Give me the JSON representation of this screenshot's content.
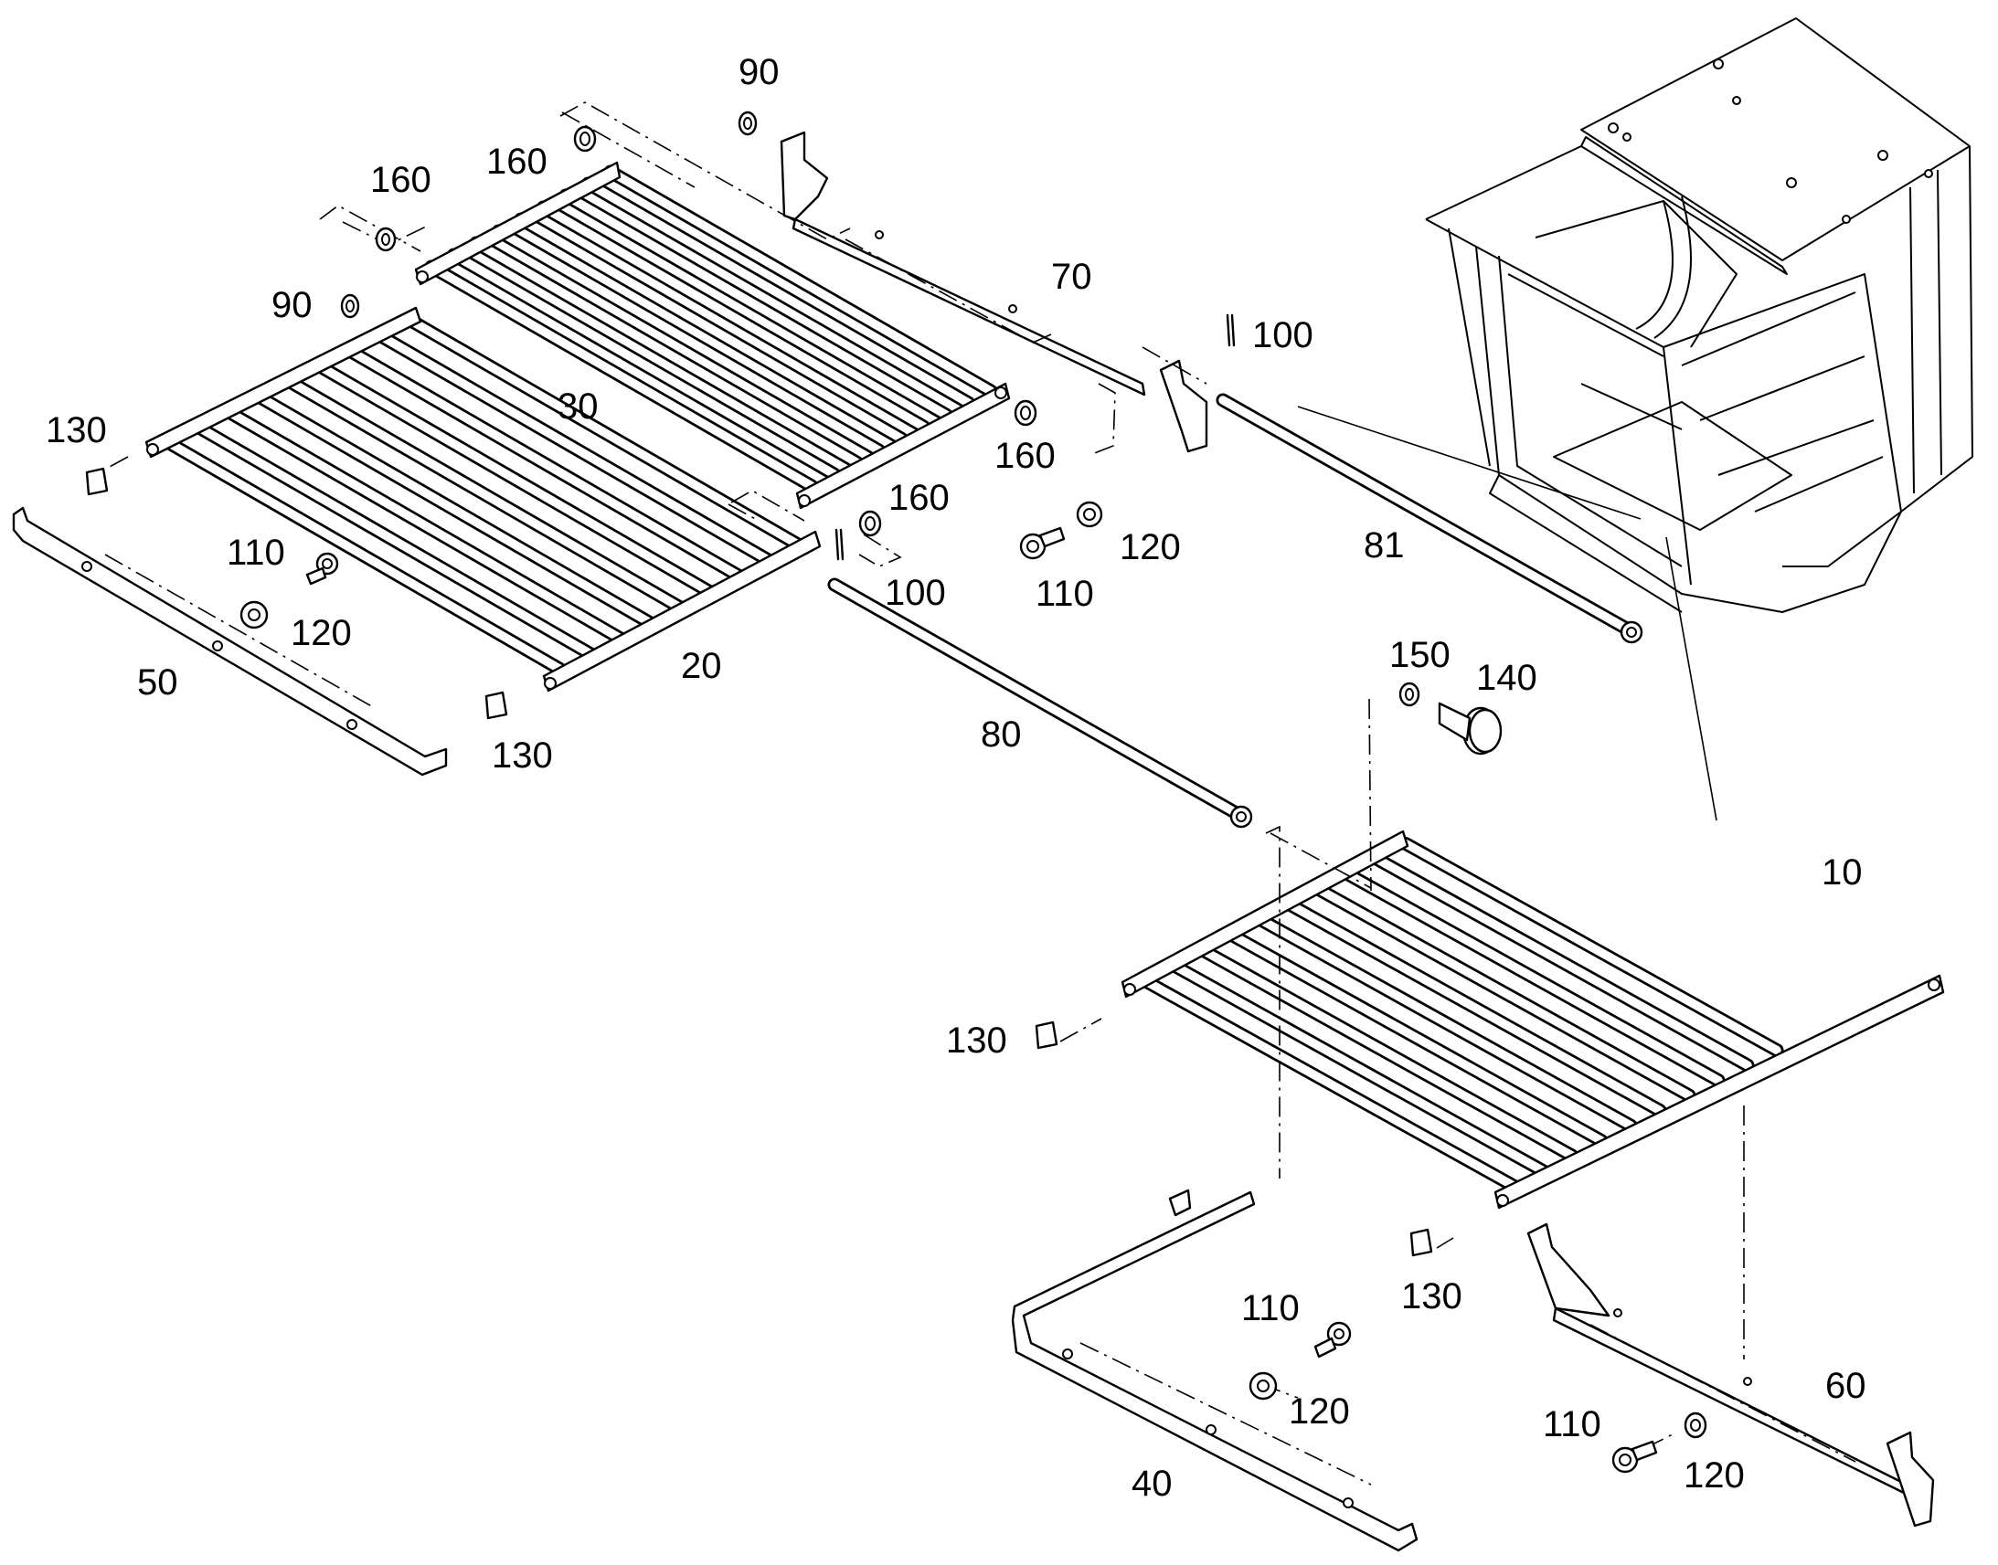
{
  "diagram": {
    "callouts": [
      {
        "id": "c-90-top",
        "text": "90"
      },
      {
        "id": "c-160-a",
        "text": "160"
      },
      {
        "id": "c-160-b",
        "text": "160"
      },
      {
        "id": "c-90-left",
        "text": "90"
      },
      {
        "id": "c-70",
        "text": "70"
      },
      {
        "id": "c-100-a",
        "text": "100"
      },
      {
        "id": "c-130-a",
        "text": "130"
      },
      {
        "id": "c-30",
        "text": "30"
      },
      {
        "id": "c-160-c",
        "text": "160"
      },
      {
        "id": "c-160-d",
        "text": "160"
      },
      {
        "id": "c-110-a",
        "text": "110"
      },
      {
        "id": "c-120-a",
        "text": "120"
      },
      {
        "id": "c-110-b",
        "text": "110"
      },
      {
        "id": "c-120-b",
        "text": "120"
      },
      {
        "id": "c-81",
        "text": "81"
      },
      {
        "id": "c-100-b",
        "text": "100"
      },
      {
        "id": "c-50",
        "text": "50"
      },
      {
        "id": "c-20",
        "text": "20"
      },
      {
        "id": "c-150",
        "text": "150"
      },
      {
        "id": "c-140",
        "text": "140"
      },
      {
        "id": "c-130-b",
        "text": "130"
      },
      {
        "id": "c-80",
        "text": "80"
      },
      {
        "id": "c-10",
        "text": "10"
      },
      {
        "id": "c-130-c",
        "text": "130"
      },
      {
        "id": "c-130-d",
        "text": "130"
      },
      {
        "id": "c-110-c",
        "text": "110"
      },
      {
        "id": "c-120-c",
        "text": "120"
      },
      {
        "id": "c-40",
        "text": "40"
      },
      {
        "id": "c-60",
        "text": "60"
      },
      {
        "id": "c-110-d",
        "text": "110"
      },
      {
        "id": "c-120-d",
        "text": "120"
      }
    ]
  }
}
